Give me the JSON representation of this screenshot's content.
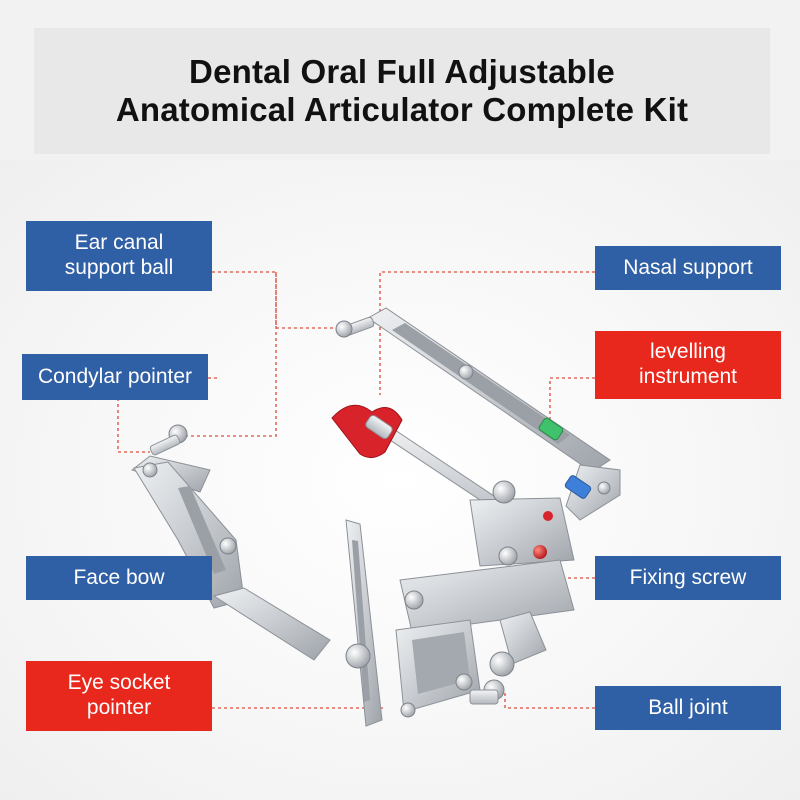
{
  "title": {
    "line1": "Dental Oral Full Adjustable",
    "line2": "Anatomical Articulator Complete Kit"
  },
  "colors": {
    "label_blue": "#2f5fa4",
    "label_red": "#e8281d",
    "leader_line": "#e26a5c",
    "metal": "#c9cdd2",
    "accent_red": "#d9232a",
    "title_panel": "#e8e8e8"
  },
  "labels": {
    "ear_canal_support_ball": {
      "line1": "Ear canal",
      "line2": "support ball"
    },
    "condylar_pointer": "Condylar pointer",
    "face_bow": "Face bow",
    "eye_socket_pointer": {
      "line1": "Eye socket",
      "line2": "pointer"
    },
    "nasal_support": "Nasal support",
    "levelling_instrument": {
      "line1": "levelling",
      "line2": "instrument"
    },
    "fixing_screw": "Fixing screw",
    "ball_joint": "Ball joint"
  }
}
